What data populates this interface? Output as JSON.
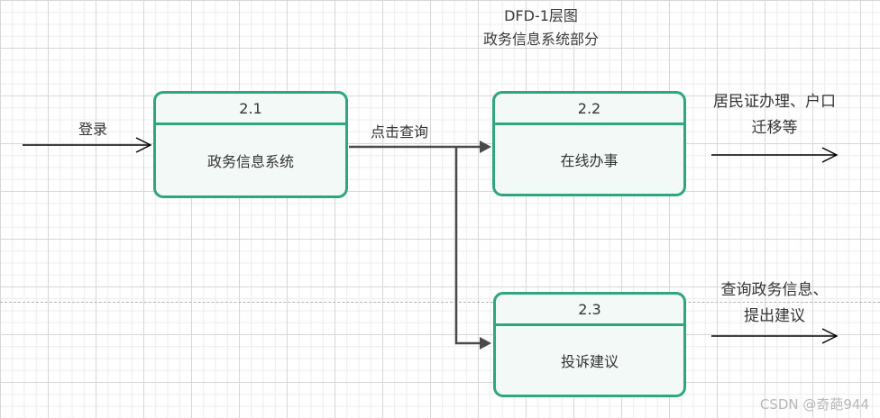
{
  "title": {
    "line1": "DFD-1层图",
    "line2": "政务信息系统部分"
  },
  "nodes": [
    {
      "id": "2.1",
      "label": "政务信息系统"
    },
    {
      "id": "2.2",
      "label": "在线办事"
    },
    {
      "id": "2.3",
      "label": "投诉建议"
    }
  ],
  "edges": [
    {
      "name": "login-arrow",
      "label": "登录",
      "from": "external",
      "to": "2.1",
      "arrow_style": "open"
    },
    {
      "name": "query-arrow",
      "label": "点击查询",
      "from": "2.1",
      "to": "2.2",
      "arrow_style": "filled"
    },
    {
      "name": "branch-arrow",
      "label": "",
      "from": "2.1",
      "to": "2.3",
      "arrow_style": "filled"
    },
    {
      "name": "services-arrow",
      "label": "居民证办理、户口\n迁移等",
      "from": "2.2",
      "to": "external",
      "arrow_style": "open"
    },
    {
      "name": "complaint-arrow",
      "label": "查询政务信息、\n提出建议",
      "from": "2.3",
      "to": "external",
      "arrow_style": "open"
    }
  ],
  "watermark": "CSDN @奇葩944",
  "colors": {
    "node_border": "#2ea67f",
    "node_fill": "#f3f9f6",
    "flow_line": "#4a4a4a",
    "thin_line": "#000000",
    "grid_minor": "#ececec",
    "grid_major": "#d7d7d7",
    "page_break": "#b3b3b3",
    "watermark": "#b7b7b7"
  }
}
